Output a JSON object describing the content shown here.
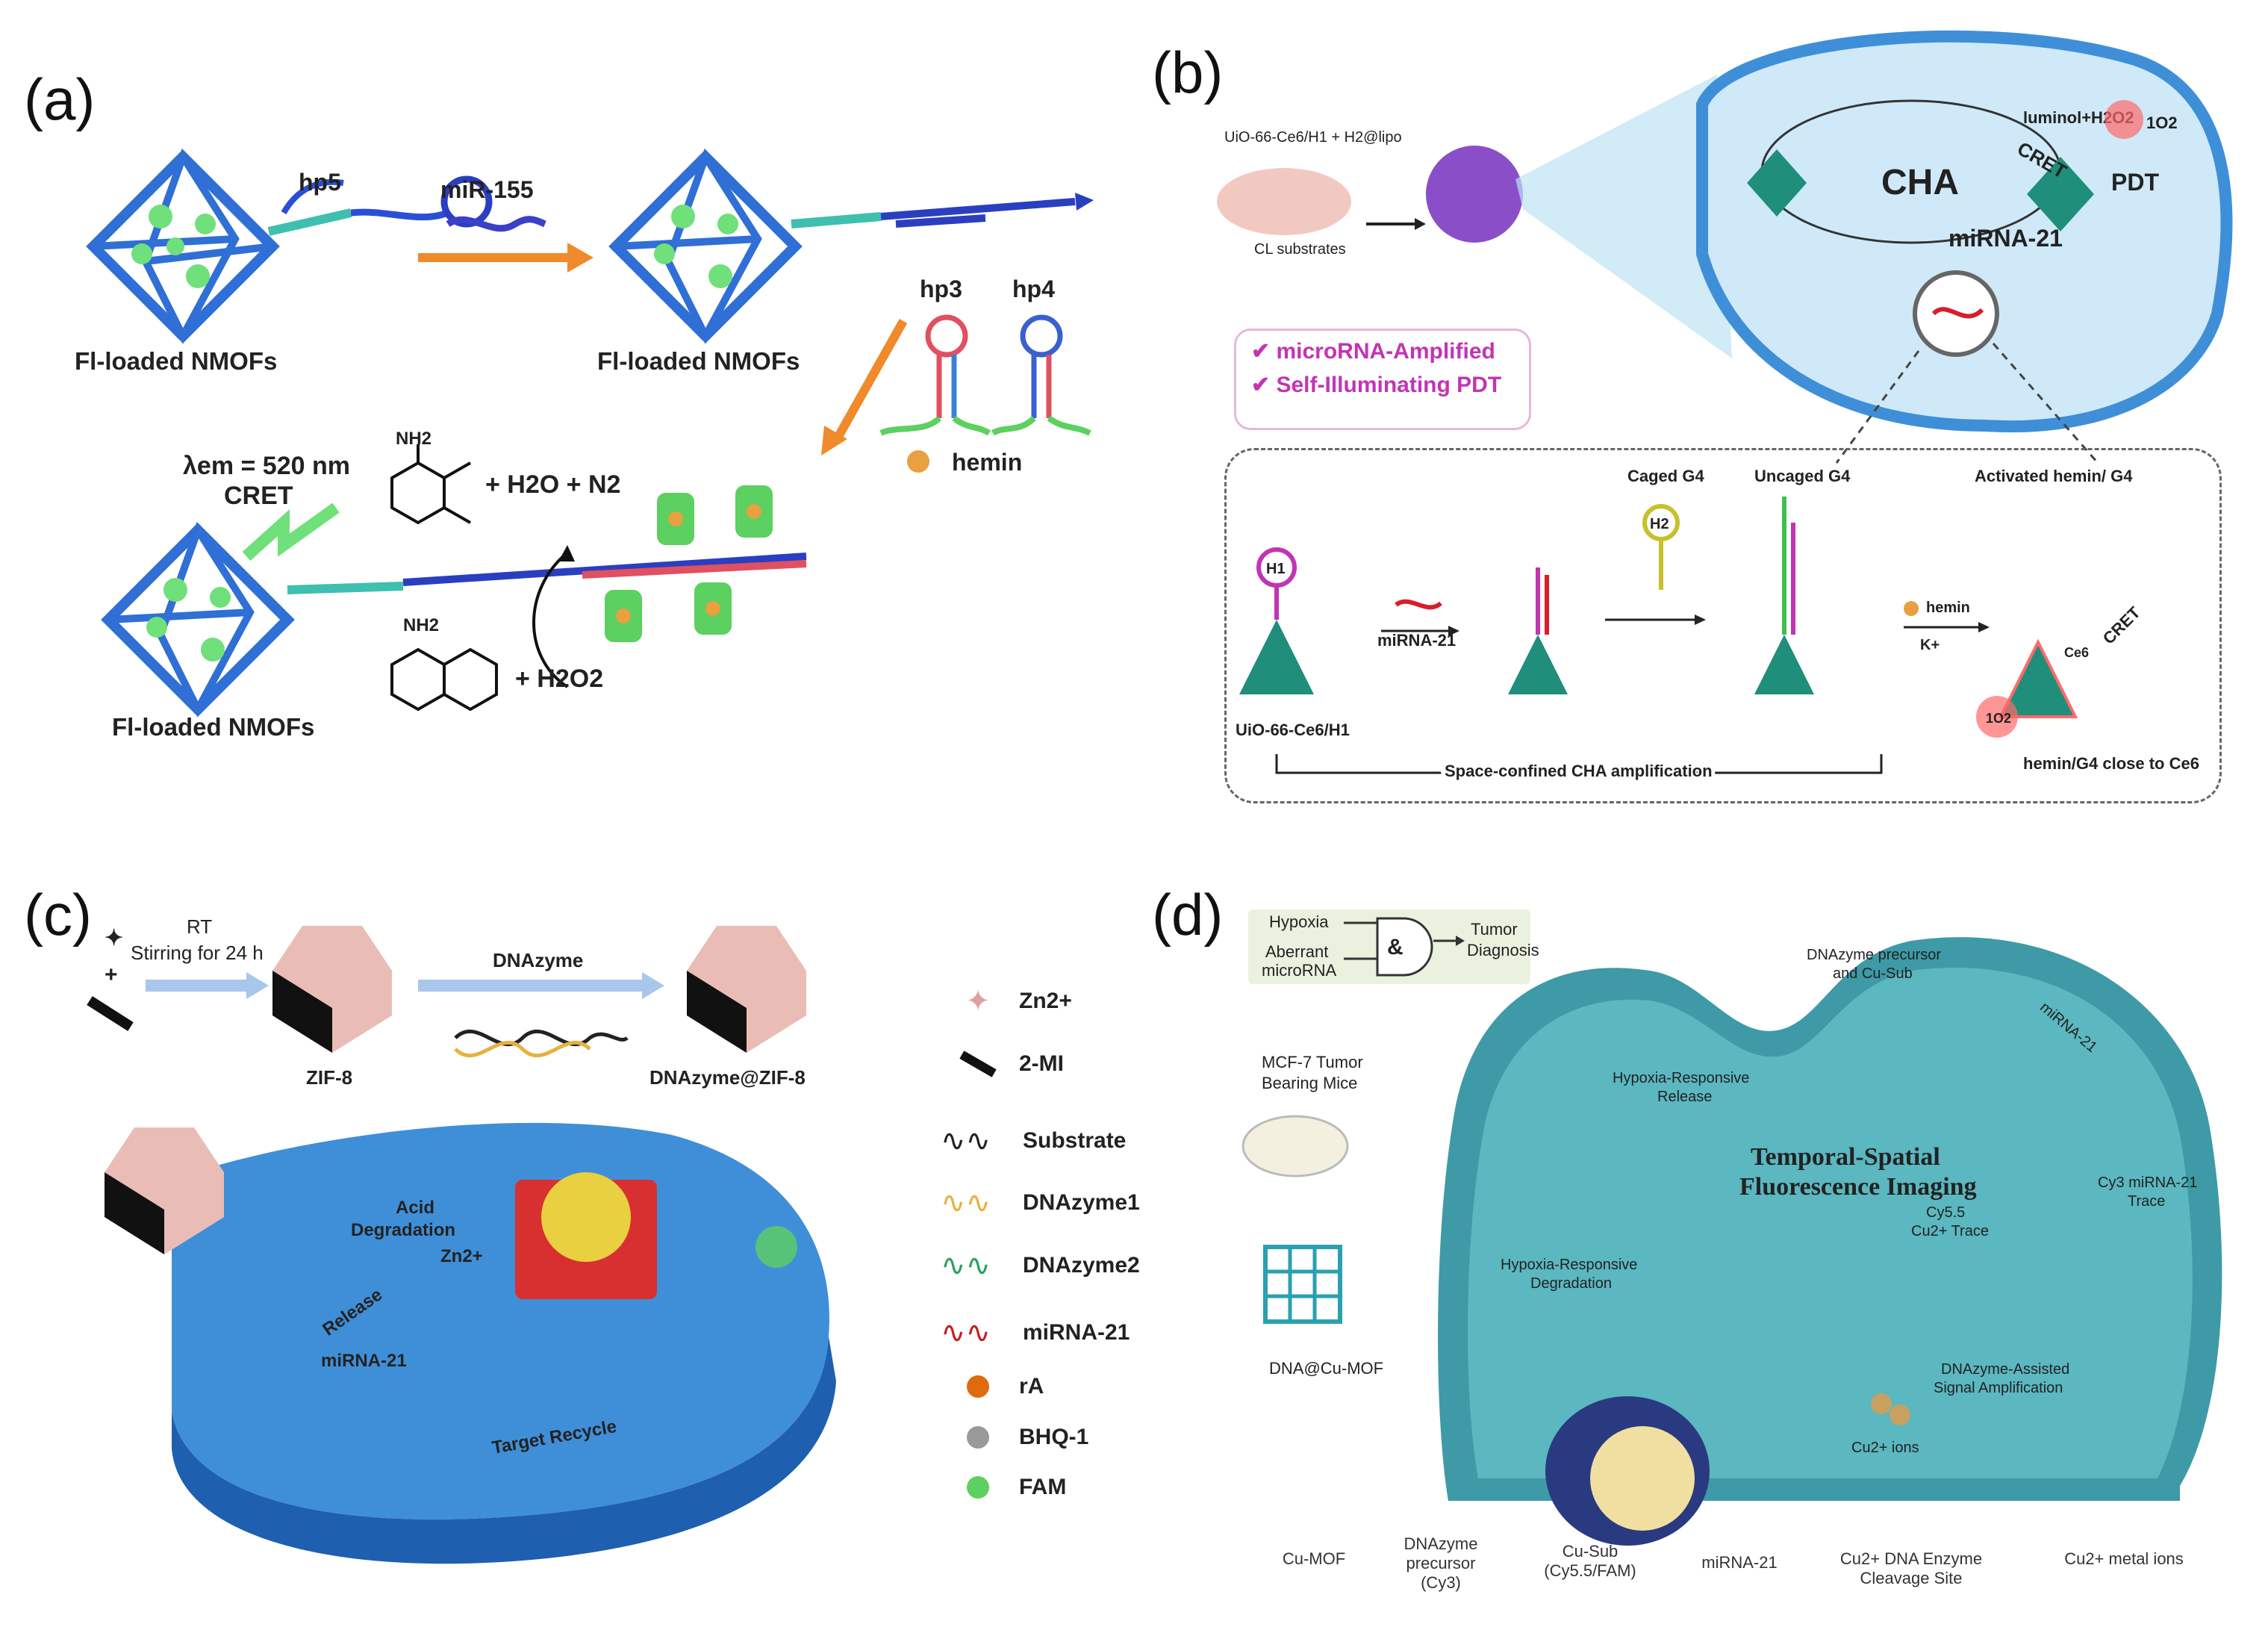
{
  "panels": {
    "a": {
      "label": "(a)",
      "nmof_label": "Fl-loaded NMOFs",
      "hp5": "hp5",
      "mir155": "miR-155",
      "hp3": "hp3",
      "hp4": "hp4",
      "hemin": "hemin",
      "lambda": "λem = 520 nm",
      "cret": "CRET",
      "products": "+ H2O + N2",
      "h2o2": "+ H2O2",
      "nh2": "NH2"
    },
    "b": {
      "label": "(b)",
      "mouse_text": "UiO-66-Ce6/H1 + H2@lipo",
      "cl_substrates": "CL substrates",
      "cha": "CHA",
      "mirna21": "miRNA-21",
      "luminol": "luminol+H2O2",
      "cret": "CRET",
      "pdt": "PDT",
      "singlet": "1O2",
      "check1": "microRNA-Amplified",
      "check2": "Self-Illuminating PDT",
      "caged": "Caged G4",
      "uncaged": "Uncaged G4",
      "activated": "Activated hemin/ G4",
      "h1": "H1",
      "h2": "H2",
      "hemin": "hemin",
      "kplus": "K+",
      "ce6": "Ce6",
      "uio": "UiO-66-Ce6/H1",
      "space": "Space-confined CHA amplification",
      "close": "hemin/G4 close to Ce6"
    },
    "c": {
      "label": "(c)",
      "rt": "RT",
      "stirring": "Stirring for 24 h",
      "dnazyme": "DNAzyme",
      "zif8": "ZIF-8",
      "dnazyme_zif8": "DNAzyme@ZIF-8",
      "acid": "Acid",
      "degradation": "Degradation",
      "zn": "Zn2+",
      "release": "Release",
      "mirna21": "miRNA-21",
      "target_recycle": "Target Recycle",
      "legend": [
        "Zn2+",
        "2-MI",
        "Substrate",
        "DNAzyme1",
        "DNAzyme2",
        "miRNA-21",
        "rA",
        "BHQ-1",
        "FAM"
      ]
    },
    "d": {
      "label": "(d)",
      "hypoxia": "Hypoxia",
      "aberrant": "Aberrant",
      "microrna": "microRNA",
      "tumor": "Tumor",
      "diagnosis": "Diagnosis",
      "and_sym": "&",
      "mcf7": "MCF-7 Tumor",
      "bearing": "Bearing Mice",
      "dna_cumof": "DNA@Cu-MOF",
      "precursor": "DNAzyme precursor",
      "cusub": "and Cu-Sub",
      "mirna21": "miRNA-21",
      "hyp_resp": "Hypoxia-Responsive",
      "release": "Release",
      "temporal1": "Temporal-Spatial",
      "temporal2": "Fluorescence Imaging",
      "cy3trace1": "Cy3 miRNA-21",
      "cy3trace2": "Trace",
      "cy55": "Cy5.5",
      "cutrace": "Cu2+ Trace",
      "hyp_deg1": "Hypoxia-Responsive",
      "hyp_deg2": "Degradation",
      "assisted1": "DNAzyme-Assisted",
      "assisted2": "Signal Amplification",
      "cuions": "Cu2+ ions",
      "legend": [
        "Cu-MOF",
        "DNAzyme precursor (Cy3)",
        "Cu-Sub (Cy5.5/FAM)",
        "miRNA-21",
        "Cu2+ DNA Enzyme Cleavage Site",
        "Cu2+ metal ions"
      ]
    }
  },
  "colors": {
    "mof_blue": "#2f6fd6",
    "green_dot": "#6fe07a",
    "orange_arrow": "#f08a2a",
    "cell_blue": "#3f8fd8",
    "teal": "#1f8e7a",
    "pink": "#c234b4",
    "red": "#d81e2a",
    "zif_pink": "#e9bdb6",
    "d_cell": "#3e9aa6"
  }
}
